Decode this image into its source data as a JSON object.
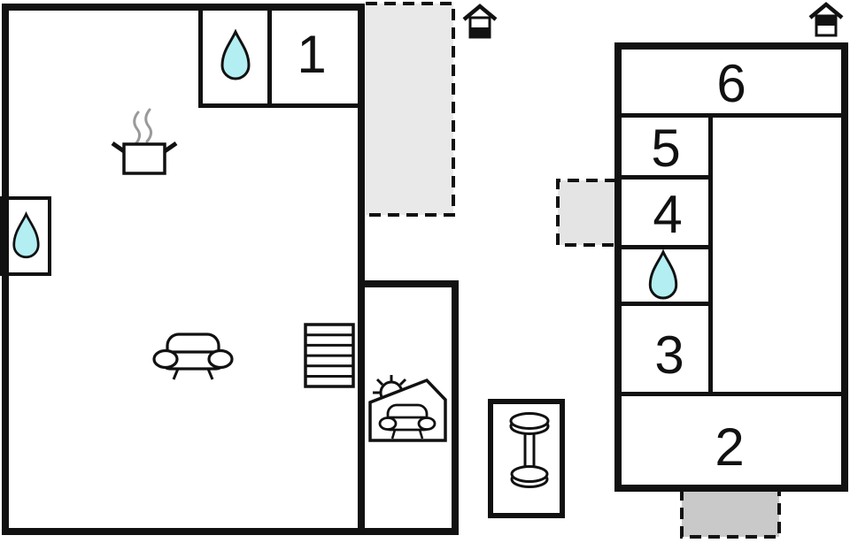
{
  "plan": {
    "type": "vacation-house-floor-plan",
    "floors": [
      {
        "name": "ground-floor",
        "indicator_icon": "ground-floor-house-icon",
        "room_numbers": [
          "1"
        ],
        "feature_icons": [
          "water-drop-icon",
          "water-drop-icon",
          "stove-icon",
          "sofa-icon",
          "stairs-icon",
          "covered-parking-icon"
        ]
      },
      {
        "name": "upper-floor",
        "indicator_icon": "upper-floor-house-icon",
        "room_numbers": [
          "2",
          "3",
          "4",
          "5",
          "6"
        ],
        "feature_icons": [
          "water-drop-icon"
        ]
      }
    ],
    "outdoor_feature_icons": [
      "garden-table-icon"
    ],
    "dashed_areas": [
      "terrace-ground-floor",
      "terrace-upper-floor-side",
      "terrace-upper-floor-bottom"
    ]
  },
  "rooms": {
    "r1": "1",
    "r2": "2",
    "r3": "3",
    "r4": "4",
    "r5": "5",
    "r6": "6"
  },
  "colors": {
    "background": "#ffffff",
    "wall": "#111111",
    "water_fill": "#b3eef2",
    "steam": "#9a9a9a",
    "area_top": "#e9e9e9",
    "area_side": "#e4e4e4",
    "area_bottom": "#c9c9c9"
  }
}
